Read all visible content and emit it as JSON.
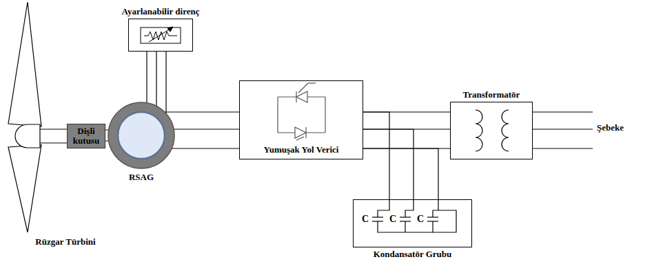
{
  "diagram": {
    "nodes": [
      {
        "text": [
          "Ayarlanabilir direnç"
        ]
      },
      {
        "text": [
          "Dişli kutusu"
        ]
      },
      {
        "text": [
          "RSAG"
        ]
      },
      {
        "text": [
          "Yumuşak Yol Verici"
        ]
      },
      {
        "text": [
          "Transformatör"
        ]
      },
      {
        "text": [
          "Kondansatör Grubu"
        ]
      }
    ],
    "edges": [
      {
        "from": 0,
        "to": 2,
        "arrow": "none"
      },
      {
        "from": 1,
        "to": 2,
        "arrow": "none"
      },
      {
        "from": 2,
        "to": 3,
        "arrow": "none"
      },
      {
        "from": 3,
        "to": 4,
        "arrow": "none"
      },
      {
        "from": 3,
        "to": 5,
        "arrow": "none"
      }
    ],
    "labels": [
      "Rüzgar Türbini",
      "Şebeke",
      "C",
      "C",
      "C"
    ]
  }
}
